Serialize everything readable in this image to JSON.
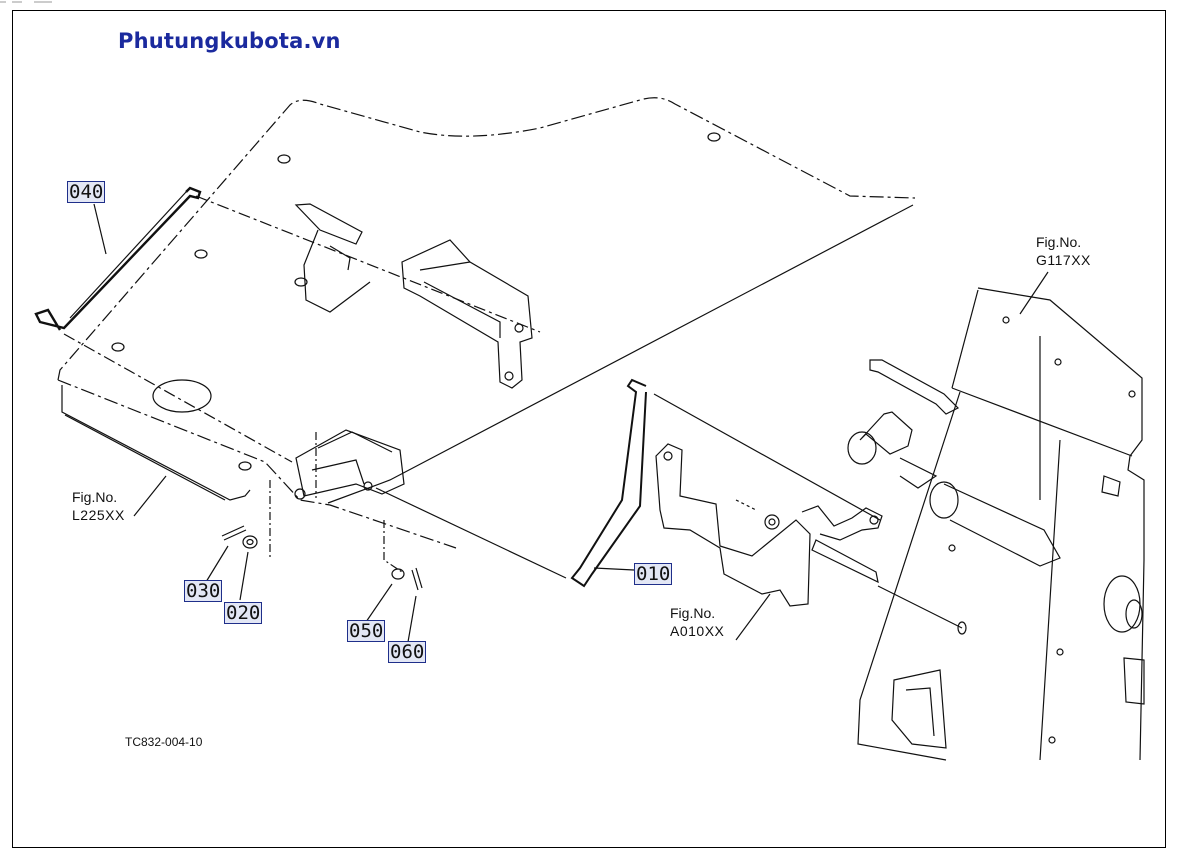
{
  "watermark": "Phutungkubota.vn",
  "drawing_number": "TC832-004-10",
  "callouts": {
    "c010": "010",
    "c020": "020",
    "c030": "030",
    "c040": "040",
    "c050": "050",
    "c060": "060"
  },
  "fig_refs": {
    "l225": {
      "label": "Fig.No.",
      "code": "L225XX"
    },
    "g117": {
      "label": "Fig.No.",
      "code": "G117XX"
    },
    "a010": {
      "label": "Fig.No.",
      "code": "A010XX"
    }
  }
}
